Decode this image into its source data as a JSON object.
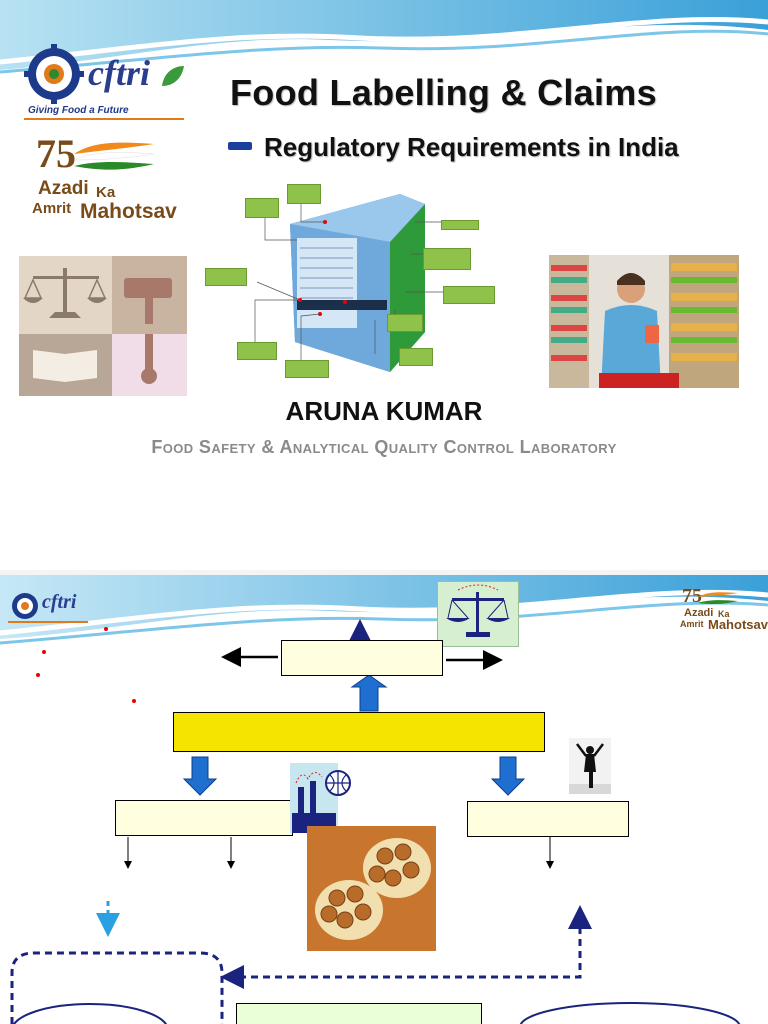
{
  "slide1": {
    "logo": {
      "name": "cftri",
      "tagline": "Giving Food a Future"
    },
    "azadi": {
      "number": "75",
      "line1": "Azadi",
      "line2": "Ka",
      "line3": "Amrit",
      "line4": "Mahotsav"
    },
    "title": "Food Labelling & Claims",
    "subtitle": "Regulatory Requirements in India",
    "author": "ARUNA KUMAR",
    "lab": "Food Safety & Analytical Quality Control Laboratory"
  },
  "slide2": {
    "logo": {
      "name": "cftri"
    },
    "azadi": {
      "number": "75",
      "line1": "Azadi",
      "line2": "Ka",
      "line3": "Amrit",
      "line4": "Mahotsav"
    }
  },
  "colors": {
    "accent_blue": "#1a3f9c",
    "box_yellow": "#f5e400",
    "box_cream": "#ffffe0",
    "arrow_blue": "#1f6fd0",
    "dashed_navy": "#1a237e"
  }
}
